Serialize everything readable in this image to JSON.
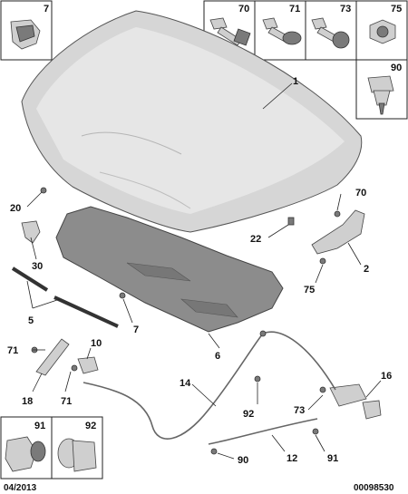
{
  "footer": {
    "date": "04/2013",
    "reference": "00098530"
  },
  "boxes": {
    "top_left": "7",
    "top_row": [
      "70",
      "71",
      "73",
      "75"
    ],
    "right": "90",
    "bottom_left": [
      "91",
      "92"
    ]
  },
  "callouts": {
    "c1": "1",
    "c20": "20",
    "c30": "30",
    "c5": "5",
    "c7": "7",
    "c22": "22",
    "c70": "70",
    "c2": "2",
    "c75": "75",
    "c6": "6",
    "c71a": "71",
    "c10": "10",
    "c18": "18",
    "c71b": "71",
    "c14": "14",
    "c92": "92",
    "c16": "16",
    "c73": "73",
    "c91": "91",
    "c12": "12",
    "c90": "90"
  },
  "colors": {
    "hood": "#d4d4d4",
    "liner": "#8a8a8a",
    "line": "#222222"
  }
}
